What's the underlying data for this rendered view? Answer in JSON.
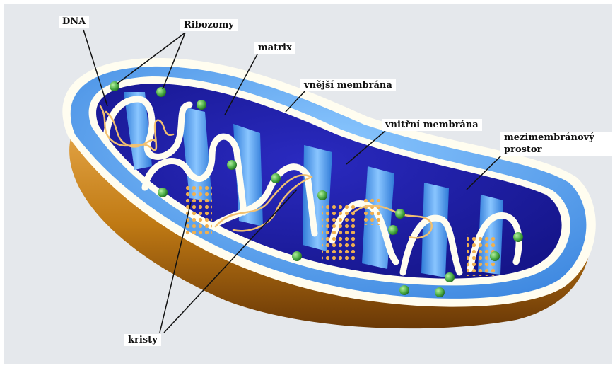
{
  "labels": {
    "dna": "DNA",
    "ribosomes": "Ribozomy",
    "matrix": "matrix",
    "outer_membrane": "vnější membrána",
    "inner_membrane": "vnitřní membrána",
    "intermembrane_space": "mezimembránový prostor",
    "cristae": "kristy"
  },
  "colors": {
    "background": "#e5e8ec",
    "outer_shell": "#c07a14",
    "outer_shell_dark": "#7a4208",
    "membrane": "#fffdf0",
    "intermembrane_space": "#5aa8f0",
    "matrix": "#1c1ca0",
    "ribosome": "#4cae46",
    "dna": "#f2c070",
    "crista_granules": "#f0b050"
  }
}
